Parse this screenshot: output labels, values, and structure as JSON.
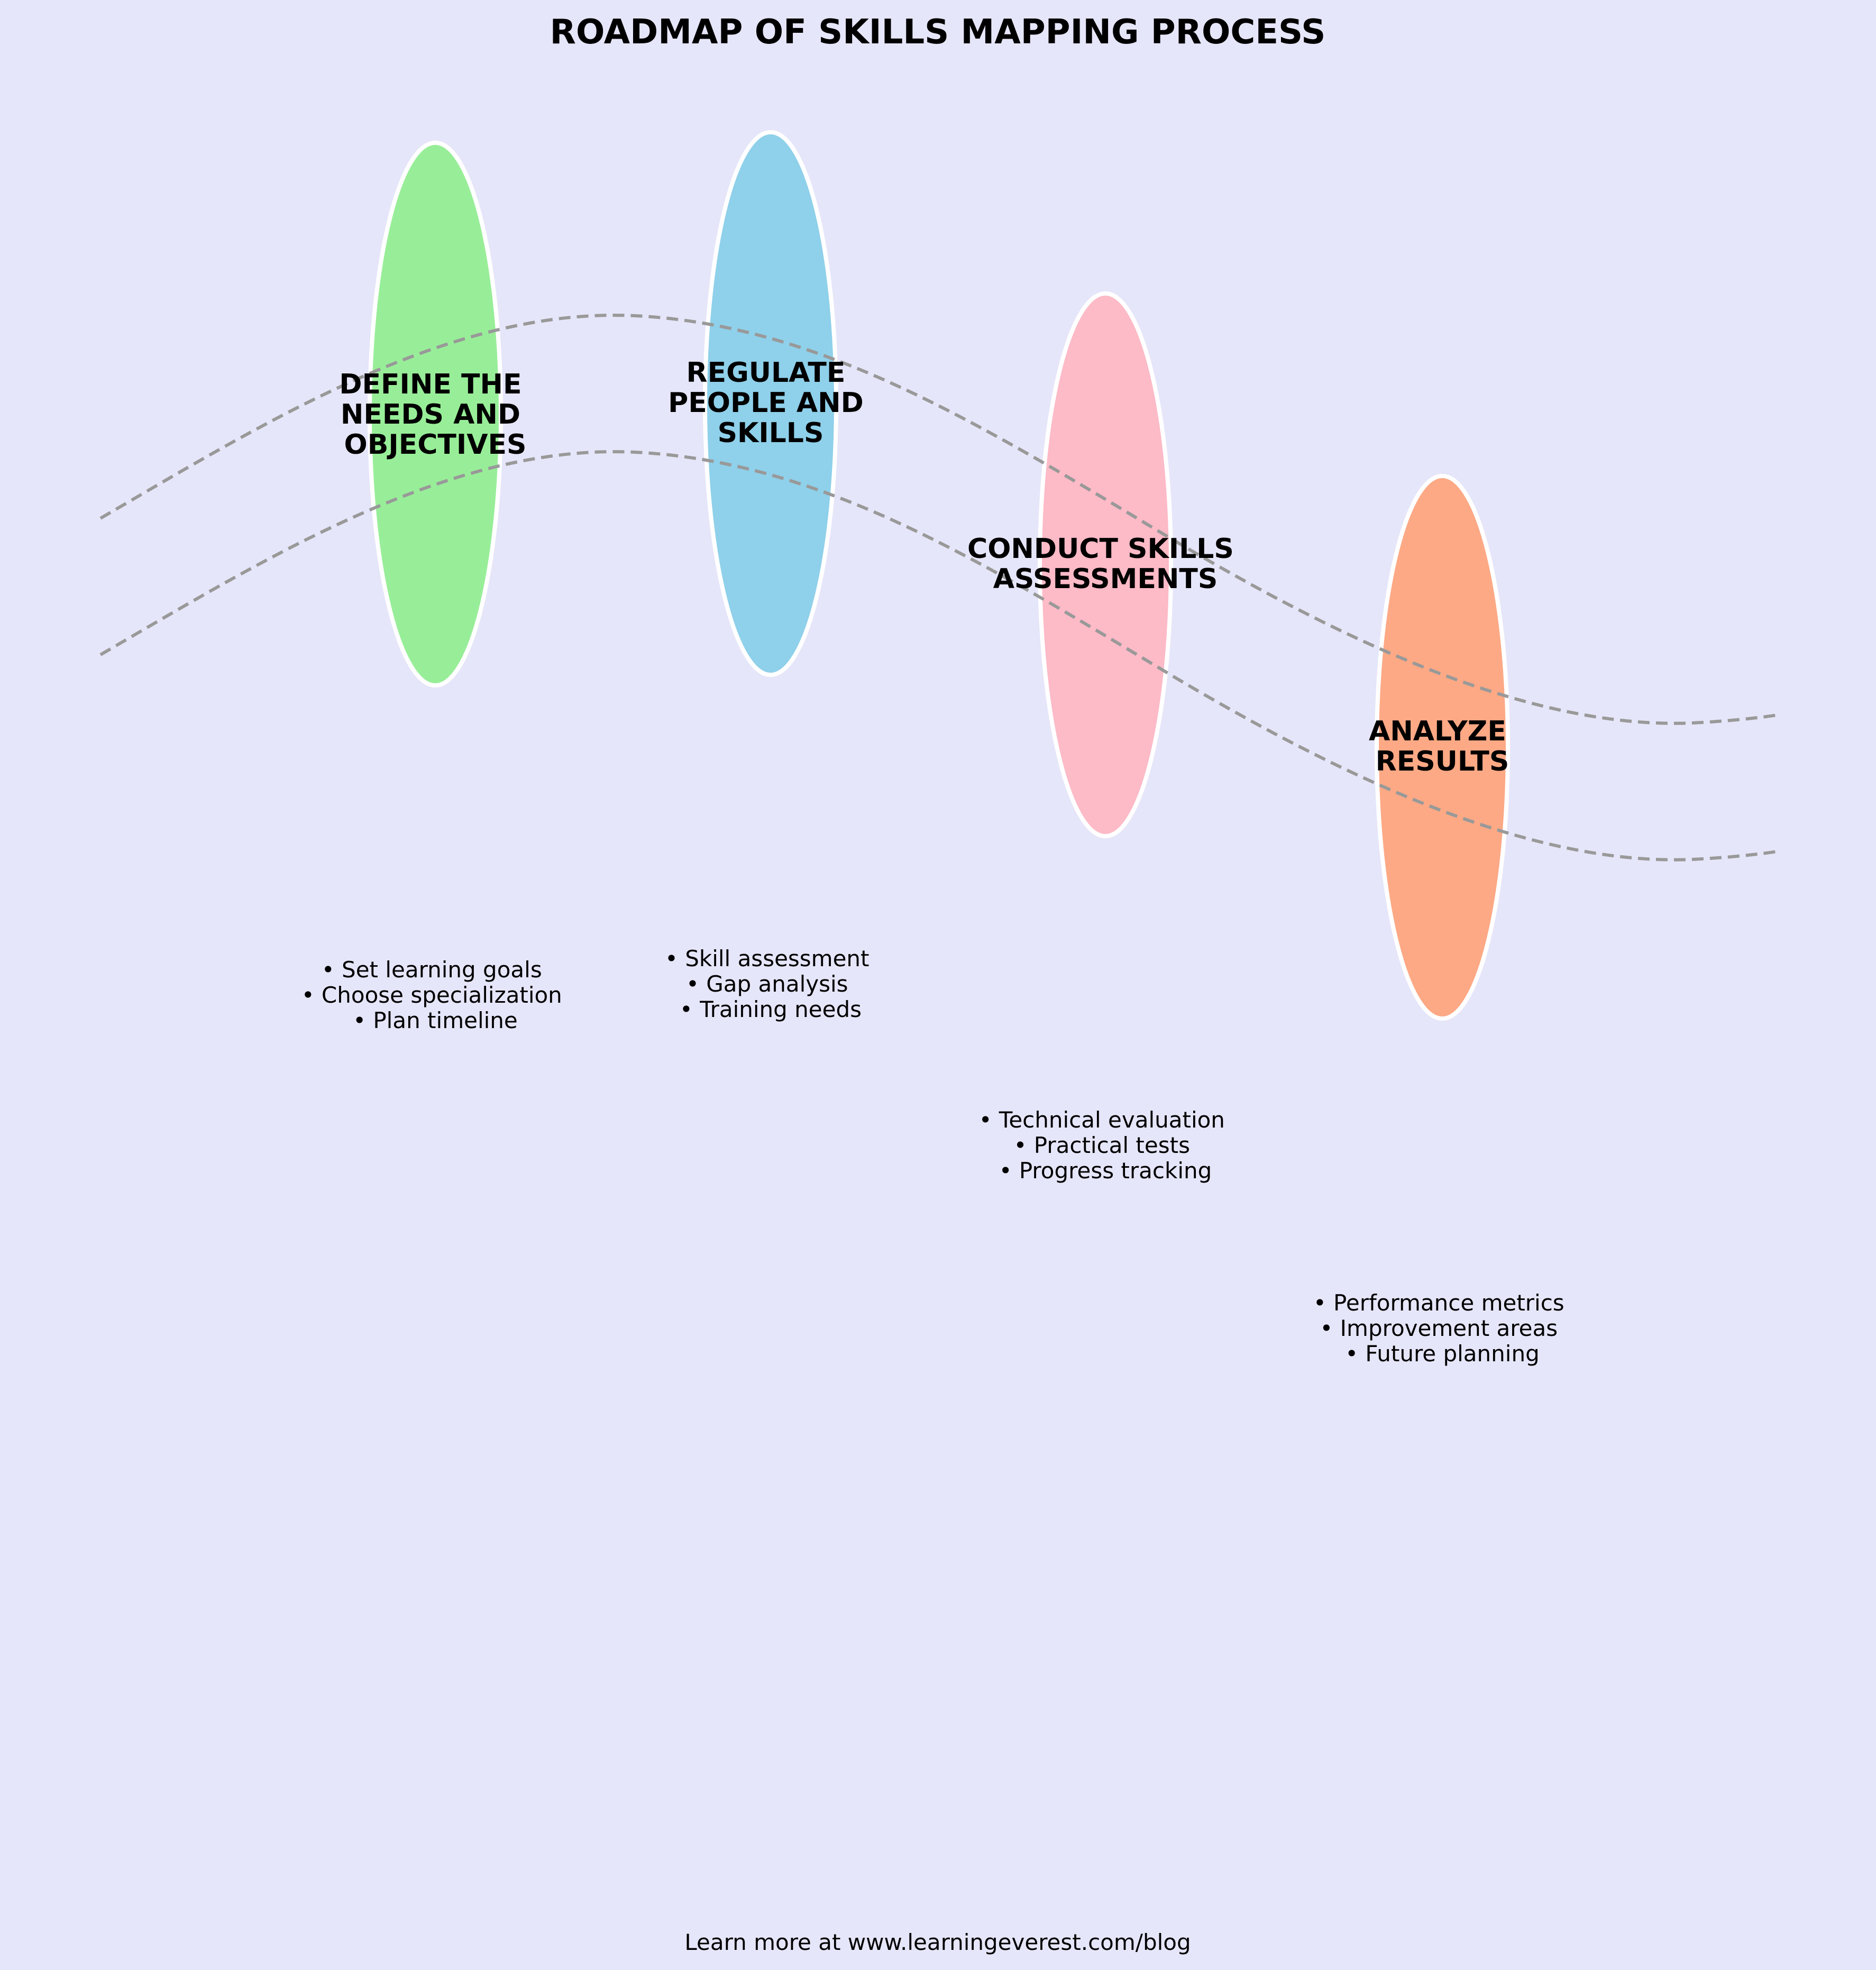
{
  "title": "ROADMAP OF SKILLS MAPPING PROCESS",
  "stages": [
    {
      "label_lines": [
        "DEFINE THE",
        "NEEDS AND",
        "OBJECTIVES"
      ],
      "color": "#98ee98",
      "bullets": [
        "• Set learning goals",
        "• Choose specialization",
        "• Plan timeline"
      ]
    },
    {
      "label_lines": [
        "REGULATE",
        "PEOPLE AND",
        "SKILLS"
      ],
      "color": "#8fd0ea",
      "bullets": [
        "• Skill assessment",
        "• Gap analysis",
        "• Training needs"
      ]
    },
    {
      "label_lines": [
        "CONDUCT SKILLS",
        "ASSESSMENTS"
      ],
      "color": "#fdbac7",
      "bullets": [
        "• Technical evaluation",
        "• Practical tests",
        "• Progress tracking"
      ]
    },
    {
      "label_lines": [
        "ANALYZE",
        "RESULTS"
      ],
      "color": "#fda985",
      "bullets": [
        "• Performance metrics",
        "• Improvement areas",
        "• Future planning"
      ]
    }
  ],
  "footer": "Learn more at www.learningeverest.com/blog",
  "colors": {
    "background": "#e6e6fa",
    "path_line": "#999999",
    "ellipse_outline": "#ffffff"
  }
}
